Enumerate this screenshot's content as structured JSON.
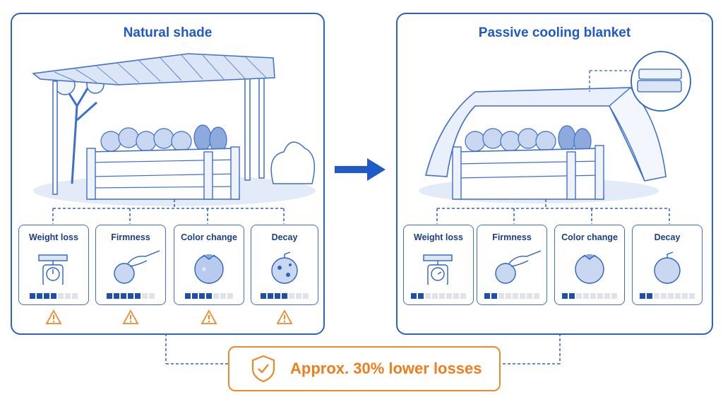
{
  "left": {
    "title": "Natural shade",
    "metrics": [
      {
        "label": "Weight loss",
        "level": 4,
        "max": 7,
        "warning": true
      },
      {
        "label": "Firmness",
        "level": 5,
        "max": 7,
        "warning": true
      },
      {
        "label": "Color change",
        "level": 4,
        "max": 7,
        "warning": true
      },
      {
        "label": "Decay",
        "level": 4,
        "max": 7,
        "warning": true
      }
    ]
  },
  "right": {
    "title": "Passive cooling blanket",
    "metrics": [
      {
        "label": "Weight loss",
        "level": 2,
        "max": 8,
        "warning": false
      },
      {
        "label": "Firmness",
        "level": 2,
        "max": 8,
        "warning": false
      },
      {
        "label": "Color change",
        "level": 2,
        "max": 8,
        "warning": false
      },
      {
        "label": "Decay",
        "level": 2,
        "max": 8,
        "warning": false
      }
    ]
  },
  "result": {
    "text": "Approx. 30% lower losses"
  },
  "colors": {
    "accent": "#1f5ac8",
    "warning": "#f0892b",
    "meter_on": "#1e4fb0",
    "meter_off": "#dfe3ea"
  }
}
